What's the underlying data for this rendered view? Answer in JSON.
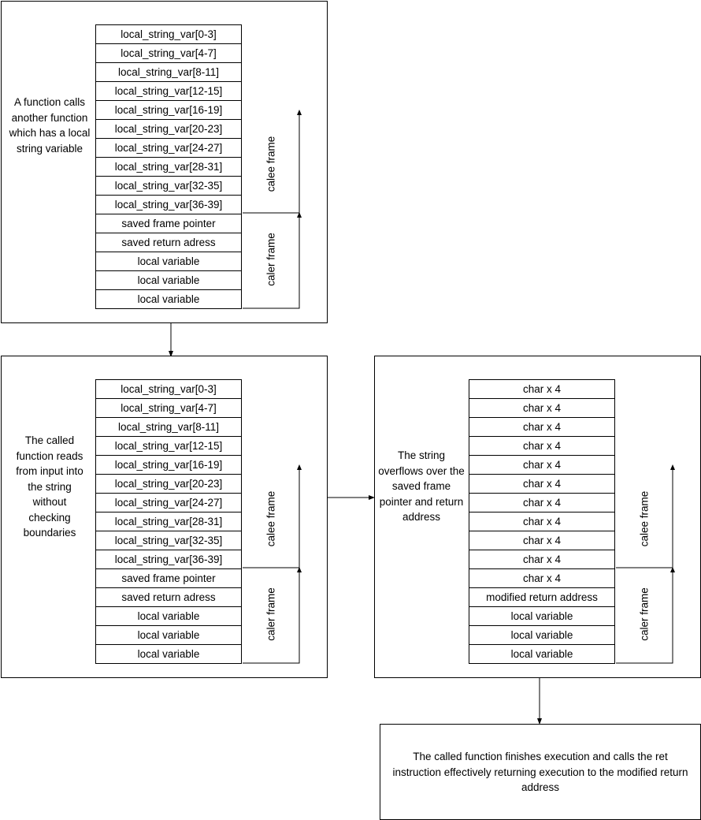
{
  "panel1": {
    "description": "A function calls another function which has a local string variable",
    "cells": [
      "local_string_var[0-3]",
      "local_string_var[4-7]",
      "local_string_var[8-11]",
      "local_string_var[12-15]",
      "local_string_var[16-19]",
      "local_string_var[20-23]",
      "local_string_var[24-27]",
      "local_string_var[28-31]",
      "local_string_var[32-35]",
      "local_string_var[36-39]",
      "saved frame pointer",
      "saved return adress",
      "local variable",
      "local variable",
      "local variable"
    ],
    "callee_label": "calee frame",
    "caller_label": "caler frame"
  },
  "panel2": {
    "description": "The called function reads from input into the string without checking boundaries",
    "cells": [
      "local_string_var[0-3]",
      "local_string_var[4-7]",
      "local_string_var[8-11]",
      "local_string_var[12-15]",
      "local_string_var[16-19]",
      "local_string_var[20-23]",
      "local_string_var[24-27]",
      "local_string_var[28-31]",
      "local_string_var[32-35]",
      "local_string_var[36-39]",
      "saved frame pointer",
      "saved return adress",
      "local variable",
      "local variable",
      "local variable"
    ],
    "callee_label": "calee frame",
    "caller_label": "caler frame"
  },
  "panel3": {
    "description": "The string overflows over the saved frame pointer and return address",
    "cells": [
      "char x 4",
      "char x 4",
      "char x 4",
      "char x 4",
      "char x 4",
      "char x 4",
      "char x 4",
      "char x 4",
      "char x 4",
      "char x 4",
      "char x 4",
      "modified return address",
      "local variable",
      "local variable",
      "local variable"
    ],
    "callee_label": "calee frame",
    "caller_label": "caler frame"
  },
  "final": {
    "text": "The called function finishes execution and calls the ret instruction effectively returning execution to the modified return address"
  }
}
